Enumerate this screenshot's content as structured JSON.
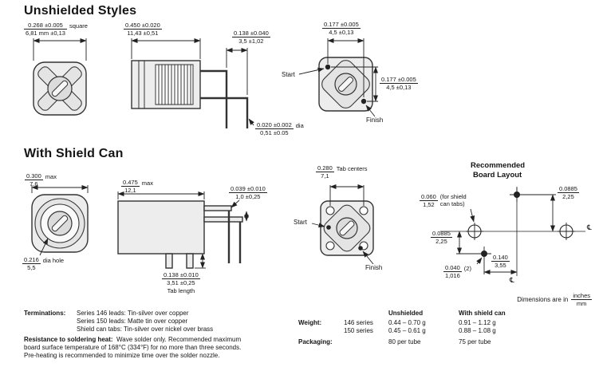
{
  "headings": {
    "unshielded": "Unshielded Styles",
    "shielded": "With Shield Can",
    "board_layout_line1": "Recommended",
    "board_layout_line2": "Board Layout"
  },
  "labels": {
    "start1": "Start",
    "finish1": "Finish",
    "start2": "Start",
    "finish2": "Finish",
    "centerline_symbol": "℄"
  },
  "dimensions": {
    "square": {
      "in": "0.268 ±0.005",
      "mm": "6,81 mm ±0,13",
      "suffix": "square"
    },
    "body_width": {
      "in": "0.450 ±0.020",
      "mm": "11,43 ±0,51"
    },
    "lead_spacing": {
      "in": "0.138 ±0.040",
      "mm": "3,5 ±1,02"
    },
    "pin_spacing_h": {
      "in": "0.177 ±0.005",
      "mm": "4,5 ±0,13"
    },
    "pin_spacing_v": {
      "in": "0.177 ±0.005",
      "mm": "4,5 ±0,13"
    },
    "lead_dia": {
      "in": "0.020 ±0.002",
      "mm": "0,51 ±0.05",
      "suffix": "dia"
    },
    "can_width": {
      "in": "0.300",
      "mm": "7,6",
      "suffix": "max"
    },
    "can_height": {
      "in": "0.475",
      "mm": "12,1",
      "suffix": "max"
    },
    "lead_offset": {
      "in": "0.039 ±0.010",
      "mm": "1,0 ±0,25"
    },
    "tab_centers": {
      "in": "0.280",
      "mm": "7,1",
      "suffix": "Tab centers"
    },
    "hole_dia": {
      "in": "0.216",
      "mm": "5,5",
      "suffix": "dia hole"
    },
    "tab_length": {
      "in": "0.138 ±0.010",
      "mm": "3,51 ±0,25",
      "note": "Tab length"
    },
    "shield_slot": {
      "in": "0.060",
      "mm": "1,52",
      "suffix_top": "(for shield",
      "suffix_bottom": "can tabs)"
    },
    "pad_offset_right": {
      "in": "0.0885",
      "mm": "2,25"
    },
    "pad_offset_left": {
      "in": "0.0885",
      "mm": "2,25"
    },
    "hole_dia_board": {
      "in": "0.040",
      "mm": "1,016",
      "suffix": "(2)"
    },
    "pad_spacing": {
      "in": "0.140",
      "mm": "3,55"
    }
  },
  "notes": {
    "dims_prefix": "Dimensions are in",
    "dims_in": "inches",
    "dims_mm": "mm"
  },
  "terminations": {
    "label": "Terminations:",
    "lines": [
      "Series 146 leads: Tin-silver over copper",
      "Series 150 leads: Matte tin over copper",
      "Shield can tabs:  Tin-silver over nickel over brass"
    ]
  },
  "soldering": {
    "label": "Resistance to soldering heat:",
    "line1": "Wave solder only. Recommended maximum",
    "line2": "board surface temperature of 168°C (334°F) for no more than three seconds.",
    "line3": "Pre-heating is recommended to minimize time over the solder nozzle."
  },
  "specs": {
    "col_unshielded": "Unshielded",
    "col_shielded": "With shield can",
    "weight_label": "Weight:",
    "weight_rows": [
      {
        "series": "146 series",
        "unshielded": "0.44 – 0.70 g",
        "shielded": "0.91 – 1.12 g"
      },
      {
        "series": "150 series",
        "unshielded": "0.45 – 0.61 g",
        "shielded": "0.88 – 1.08 g"
      }
    ],
    "packaging_label": "Packaging:",
    "packaging_unshielded": "80 per tube",
    "packaging_shielded": "75 per tube"
  },
  "colors": {
    "line_art": "#333333",
    "text": "#1a1a1a"
  }
}
